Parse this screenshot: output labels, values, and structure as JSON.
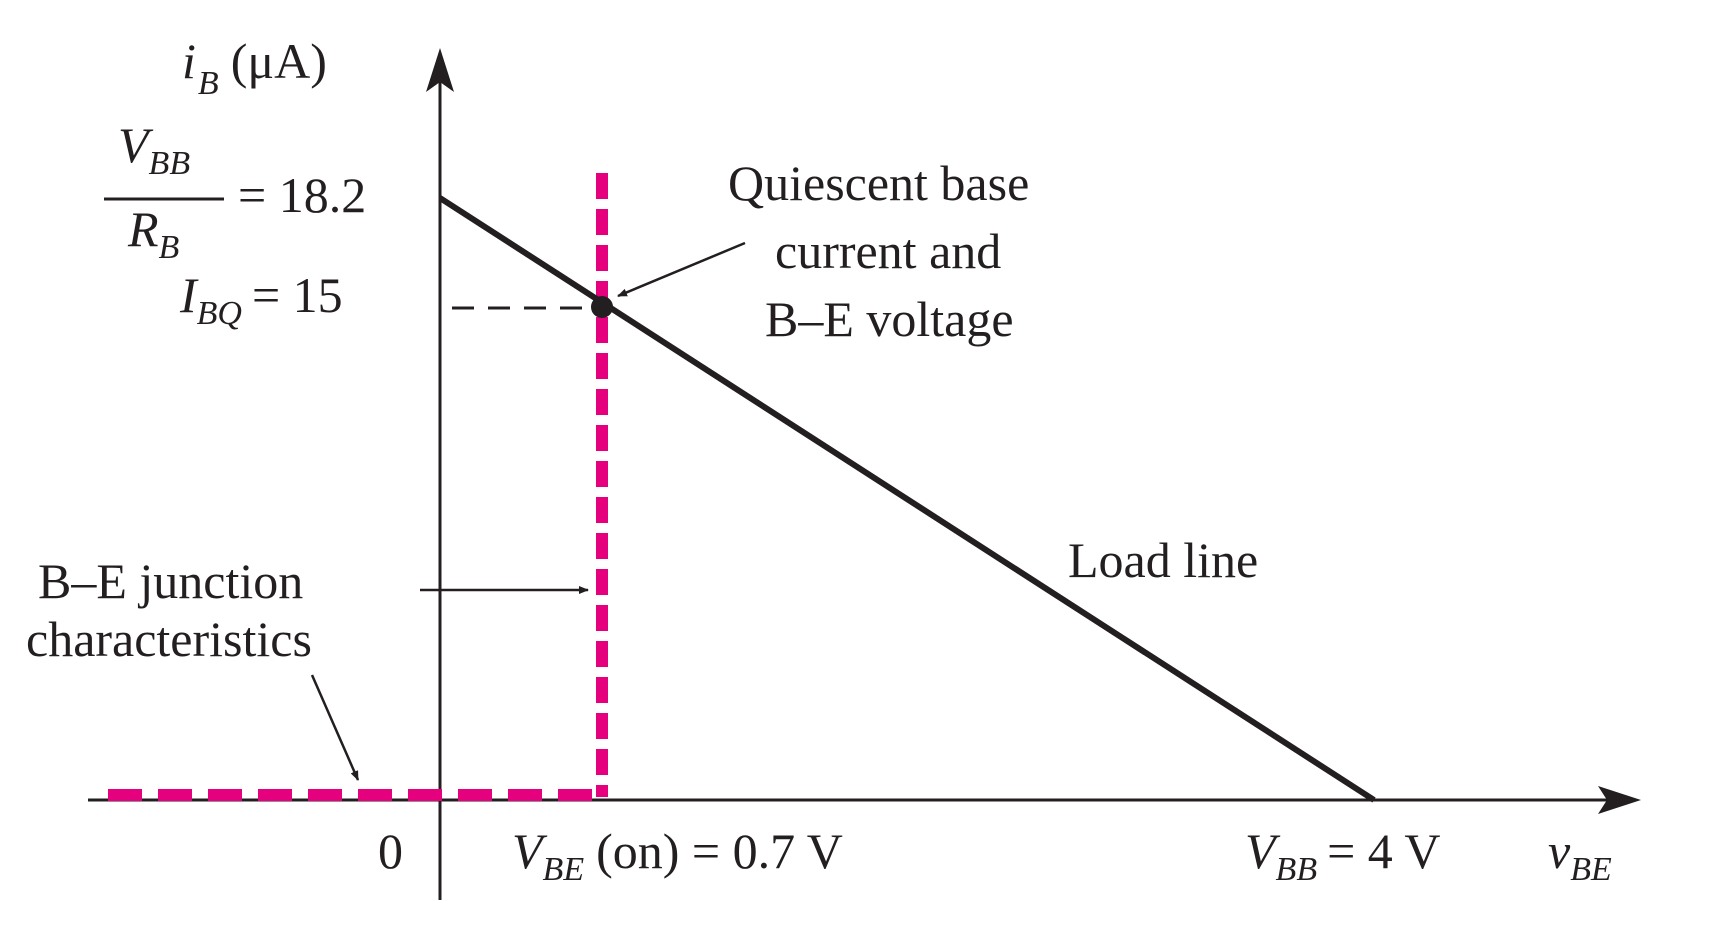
{
  "y_axis": {
    "var_main": "i",
    "var_sub": "B",
    "unit": "(μA)"
  },
  "x_axis": {
    "var_main": "v",
    "var_sub": "BE"
  },
  "intercept_label": {
    "numerator_main": "V",
    "numerator_sub": "BB",
    "denominator_main": "R",
    "denominator_sub": "B",
    "value_text": "= 18.2"
  },
  "ibq_label": {
    "main": "I",
    "sub": "BQ",
    "value_text": "= 15"
  },
  "origin_label": "0",
  "vbe_on_label": {
    "main": "V",
    "sub": "BE",
    "rest": "(on) = 0.7 V"
  },
  "vbb_label": {
    "main": "V",
    "sub": "BB",
    "rest": "= 4 V"
  },
  "annotations": {
    "quiescent": [
      "Quiescent base",
      "current and",
      "B–E voltage"
    ],
    "junction": [
      "B–E junction",
      "characteristics"
    ],
    "load_line": "Load line"
  },
  "values": {
    "vbb_volts": 4,
    "vbe_on_volts": 0.7,
    "ib_intercept_uA": 18.2,
    "ibq_uA": 15
  },
  "colors": {
    "ink": "#231f20",
    "junction": "#e5007e"
  }
}
